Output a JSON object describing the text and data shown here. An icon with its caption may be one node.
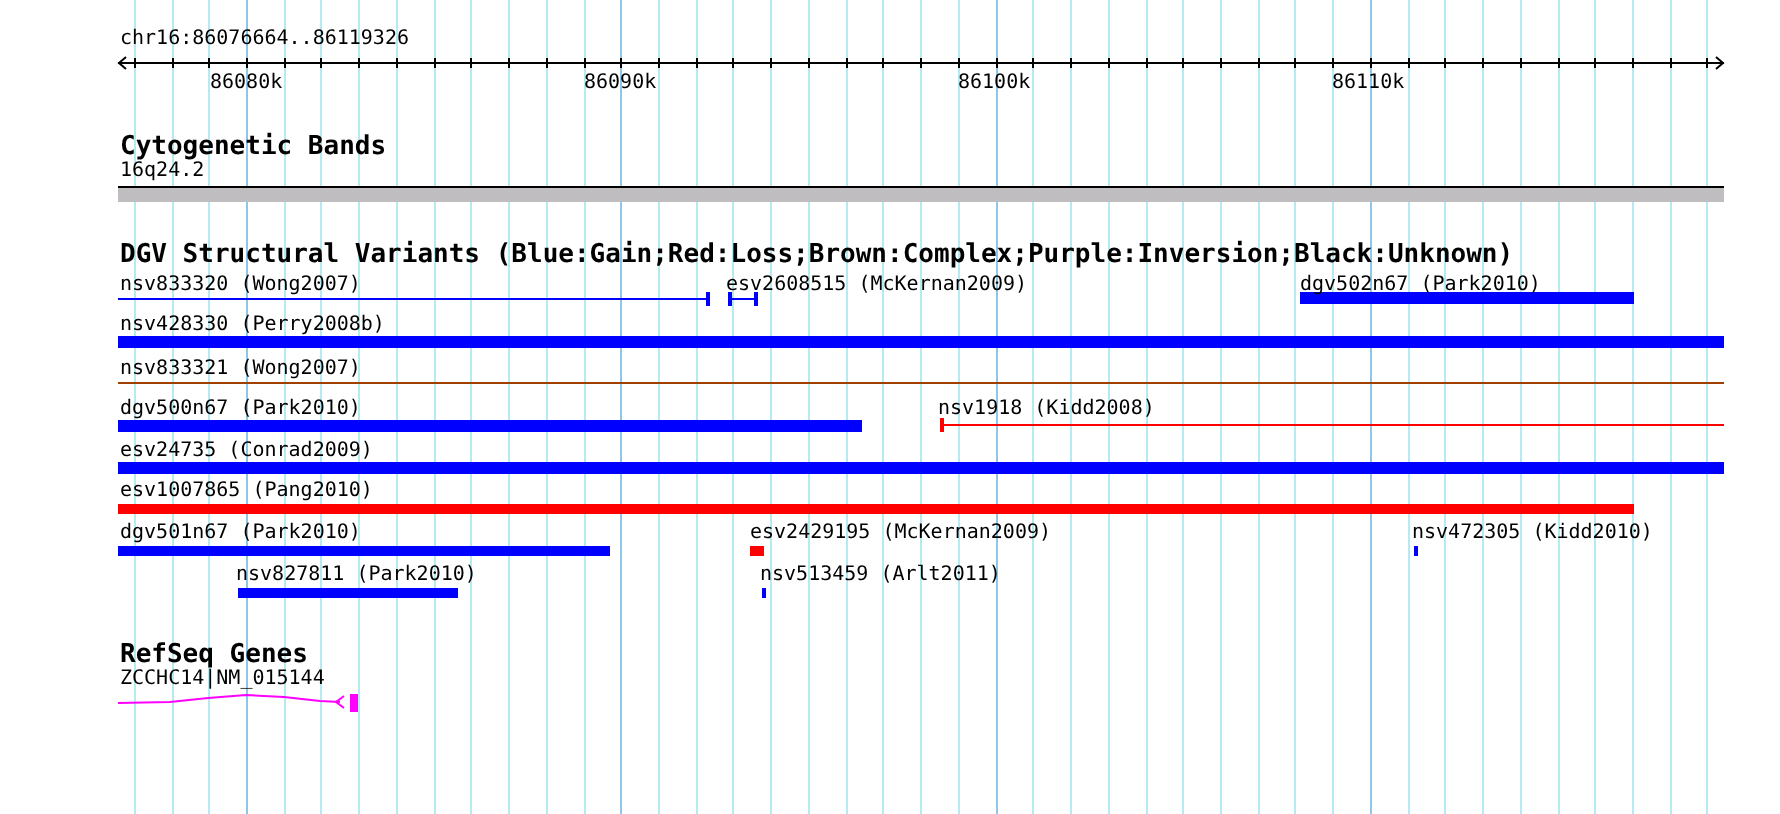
{
  "diagram": {
    "title": "chr16:86076664..86119326",
    "labels": [
      "86080k",
      "86090k",
      "86100k",
      "86110k",
      "Cytogenetic Bands",
      "16q24.2",
      "DGV Structural Variants (Blue:Gain;Red:Loss;Brown:Complex;Purple:Inversion;Black:Unknown)",
      "nsv833320 (Wong2007)",
      "esv2608515 (McKernan2009)",
      "dgv502n67 (Park2010)",
      "nsv428330 (Perry2008b)",
      "nsv833321 (Wong2007)",
      "dgv500n67 (Park2010)",
      "nsv1918 (Kidd2008)",
      "esv24735 (Conrad2009)",
      "esv1007865 (Pang2010)",
      "dgv501n67 (Park2010)",
      "esv2429195 (McKernan2009)",
      "nsv472305 (Kidd2010)",
      "nsv827811 (Park2010)",
      "nsv513459 (Arlt2011)",
      "RefSeq Genes",
      "ZCCHC14|NM_015144"
    ]
  }
}
